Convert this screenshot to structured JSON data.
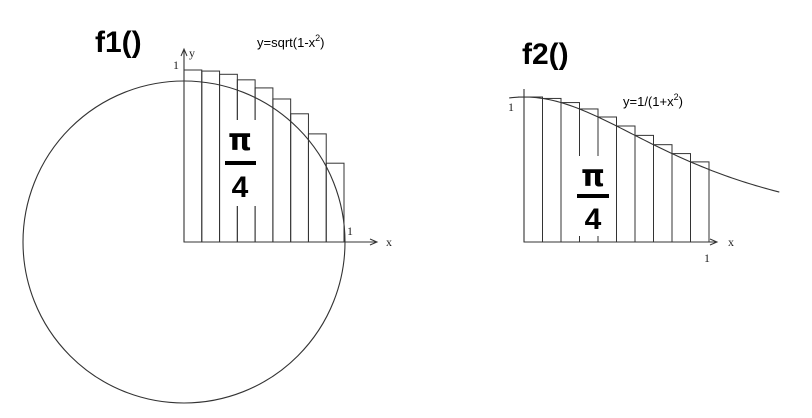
{
  "figure1": {
    "title": "f1()",
    "formula_main": "y=sqrt(1-x",
    "formula_exp": "2",
    "formula_close": ")",
    "fraction_numerator": "π",
    "fraction_denominator": "4",
    "axis_x_label": "x",
    "axis_y_label": "y",
    "tick_x_one": "1",
    "tick_y_one": "1",
    "rectangle_count": 9
  },
  "figure2": {
    "title": "f2()",
    "formula_main": "y=1/(1+x",
    "formula_exp": "2",
    "formula_close": ")",
    "fraction_numerator": "π",
    "fraction_denominator": "4",
    "axis_x_label": "x",
    "tick_x_one": "1",
    "tick_y_one": "1",
    "rectangle_count": 10
  }
}
